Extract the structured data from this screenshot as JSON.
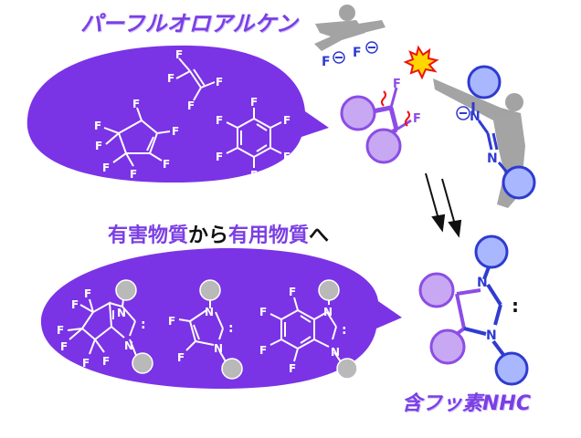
{
  "top_title": "パーフルオロアルケン",
  "middle_caption": {
    "part1": "有害物質",
    "part2": "から",
    "part3": "有用物質",
    "part4": "へ"
  },
  "bottom_title": "含フッ素NHC",
  "atoms": {
    "F": "F",
    "N": "N",
    "minus": "−"
  },
  "colors": {
    "bubble_purple": "#7b33e6",
    "circle_lavender": "#c8a8f2",
    "circle_blue": "#a9b7ff",
    "circle_gray": "#b9b9b9",
    "accent_red": "#e11"
  }
}
